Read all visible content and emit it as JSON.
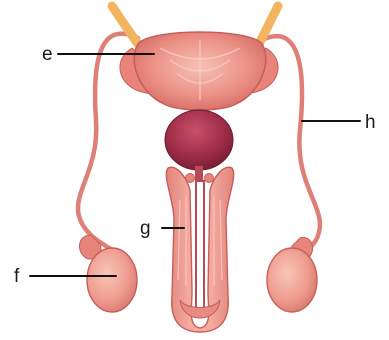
{
  "labels": {
    "e": "e",
    "f": "f",
    "g": "g",
    "h": "h"
  },
  "colors": {
    "background": "#ffffff",
    "tissue": "#e9877e",
    "tissue_light": "#f4b2a6",
    "tissue_dark": "#c65e5c",
    "duct": "#de7f78",
    "ureter": "#f2b45f",
    "prostate": "#a02f4a",
    "label_text": "#1a1a1a"
  }
}
